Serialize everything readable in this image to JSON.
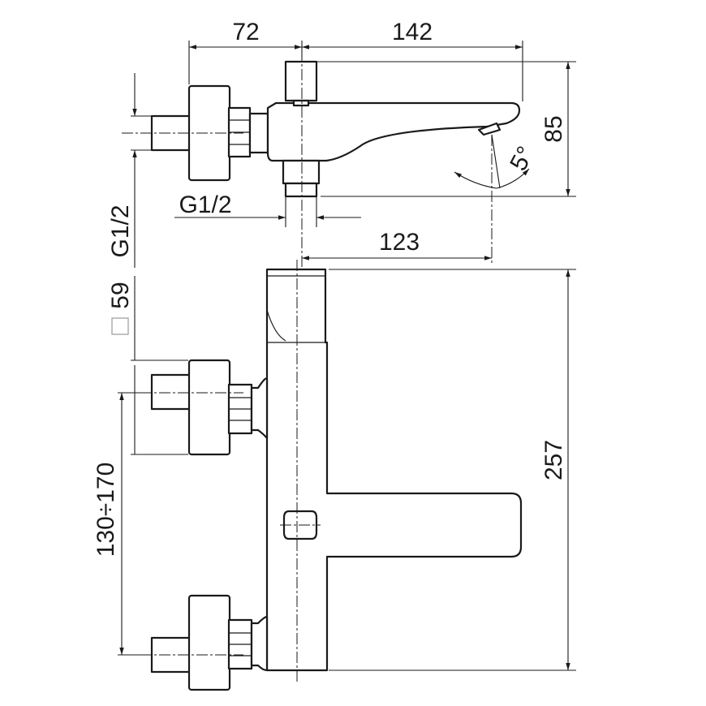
{
  "dimensions": {
    "top_left_width": "72",
    "top_spout_length": "142",
    "spout_height": "85",
    "spout_angle": "5°",
    "inlet_thread_top": "G1/2",
    "spout_reach": "123",
    "inlet_thread_side": "G1/2",
    "body_square": "59",
    "overall_height": "257",
    "inlet_spacing": "130÷170"
  }
}
